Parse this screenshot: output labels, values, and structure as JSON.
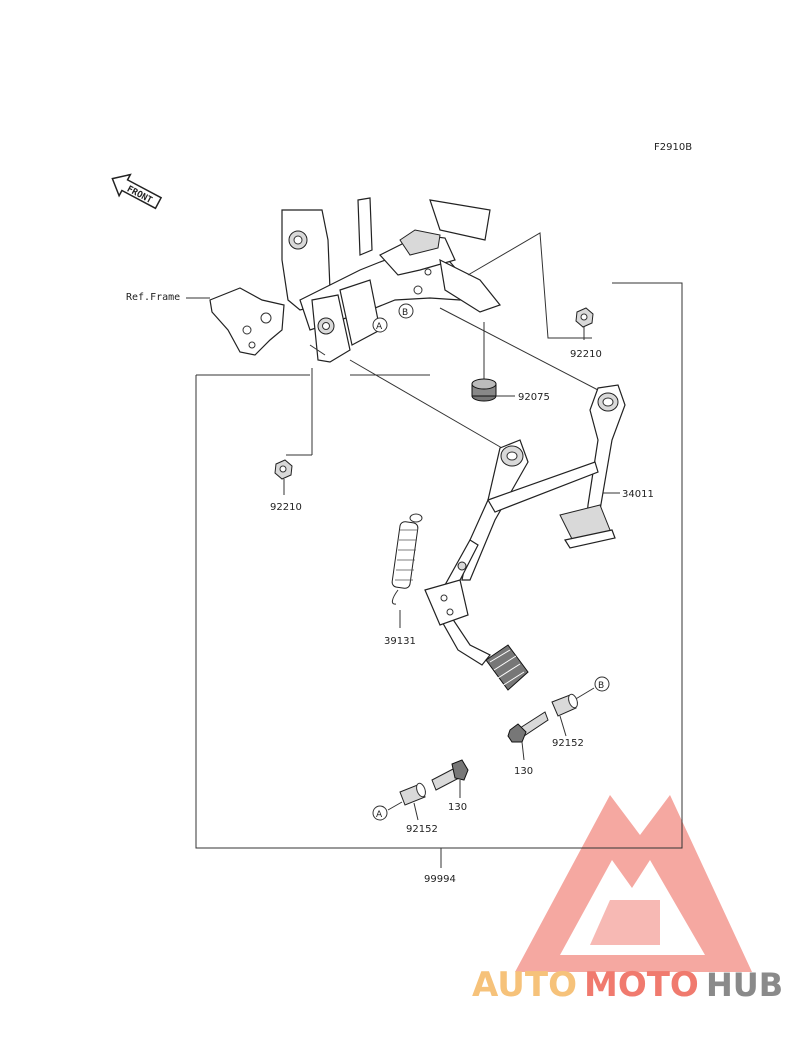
{
  "figure_code": "F2910B",
  "front_label": "FRONT",
  "ref_frame_label": "Ref.Frame",
  "marker_a": "A",
  "marker_b": "B",
  "parts": {
    "nut_upper": "92210",
    "nut_left": "92210",
    "damper": "92075",
    "center_stand": "34011",
    "spring": "39131",
    "collar_b": "92152",
    "bolt_b": "130",
    "bolt_a": "130",
    "collar_a": "92152",
    "kit": "99994"
  },
  "watermark": {
    "part1": "AUTO",
    "part2": "MOTO",
    "part3": "HUB",
    "colors": {
      "auto": "#f6c27a",
      "moto": "#f07a6e",
      "hub": "#8a8a8a",
      "logo": "#f06a60"
    }
  }
}
